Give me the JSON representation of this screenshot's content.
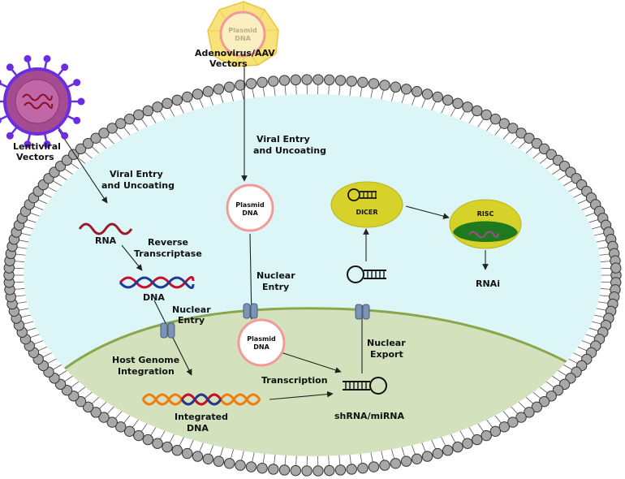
{
  "labels": {
    "adeno_vector_1": "Adenovirus/AAV",
    "adeno_vector_2": "Vectors",
    "lenti_vector_1": "Lentiviral",
    "lenti_vector_2": "Vectors",
    "viral_entry_left_1": "Viral Entry",
    "viral_entry_left_2": "and Uncoating",
    "viral_entry_mid_1": "Viral Entry",
    "viral_entry_mid_2": "and Uncoating",
    "rna": "RNA",
    "reverse_1": "Reverse",
    "reverse_2": "Transcriptase",
    "dna": "DNA",
    "nuclear_entry_left_1": "Nuclear",
    "nuclear_entry_left_2": "Entry",
    "host_genome_1": "Host Genome",
    "host_genome_2": "Integration",
    "integrated_1": "Integrated",
    "integrated_2": "DNA",
    "plasmid_virus_1": "Plasmid",
    "plasmid_virus_2": "DNA",
    "plasmid_cyto_1": "Plasmid",
    "plasmid_cyto_2": "DNA",
    "plasmid_nuc_1": "Plasmid",
    "plasmid_nuc_2": "DNA",
    "nuclear_entry_mid_1": "Nuclear",
    "nuclear_entry_mid_2": "Entry",
    "transcription": "Transcription",
    "shrna": "shRNA/miRNA",
    "nuclear_export_1": "Nuclear",
    "nuclear_export_2": "Export",
    "dicer": "DICER",
    "risc": "RISC",
    "rnai": "RNAi"
  },
  "colors": {
    "cytoplasm": "#dcf6f8",
    "nucleus": "#d3e2bd",
    "nucleus_border": "#8aa64a",
    "lipid_head": "#a8a8a8",
    "virus_body": "#a44c8f",
    "virus_spike": "#6a2ee0",
    "rna_strand": "#9a1b2a",
    "dna_red": "#c8102e",
    "dna_blue": "#1f3a93",
    "dna_orange": "#f07d12",
    "pore": "#7b93b4",
    "dicer": "#d7d22a",
    "risc_green": "#1f7a1f",
    "capsid": "#f8e27a",
    "plasmid_ring": "#f29a9a"
  }
}
